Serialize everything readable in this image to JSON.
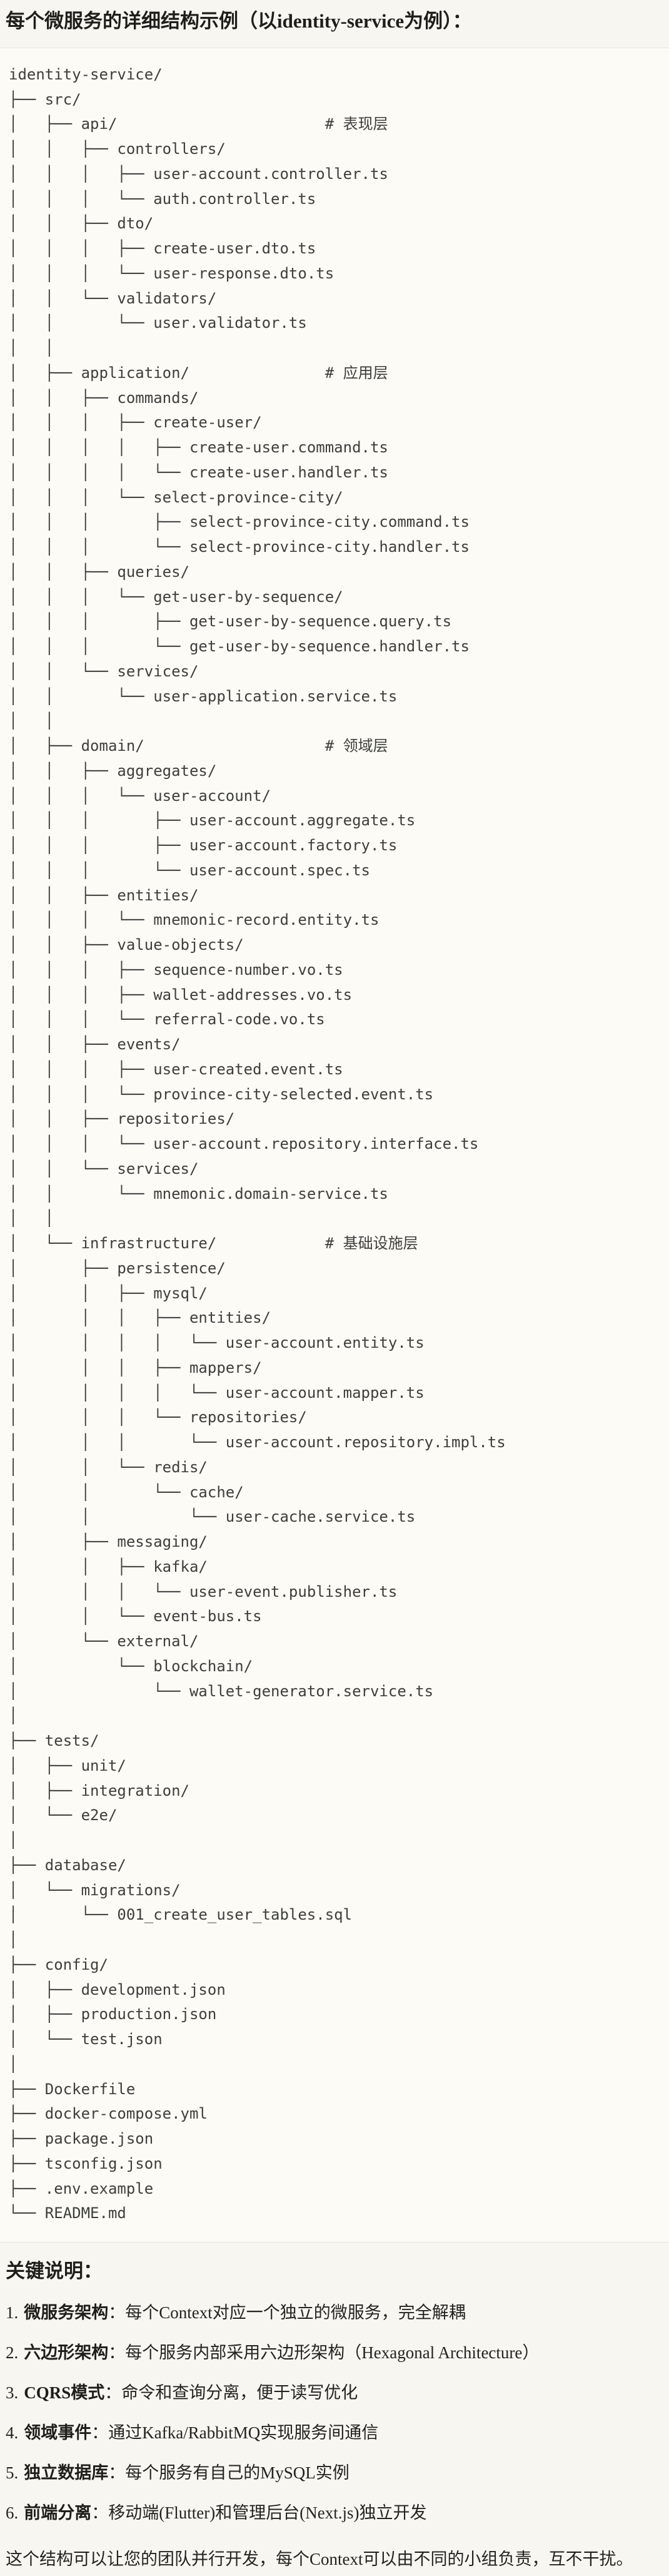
{
  "title": "每个微服务的详细结构示例（以identity-service为例）：",
  "tree": {
    "lines": [
      "identity-service/",
      "├── src/",
      "│   ├── api/                       # 表现层",
      "│   │   ├── controllers/",
      "│   │   │   ├── user-account.controller.ts",
      "│   │   │   └── auth.controller.ts",
      "│   │   ├── dto/",
      "│   │   │   ├── create-user.dto.ts",
      "│   │   │   └── user-response.dto.ts",
      "│   │   └── validators/",
      "│   │       └── user.validator.ts",
      "│   │",
      "│   ├── application/               # 应用层",
      "│   │   ├── commands/",
      "│   │   │   ├── create-user/",
      "│   │   │   │   ├── create-user.command.ts",
      "│   │   │   │   └── create-user.handler.ts",
      "│   │   │   └── select-province-city/",
      "│   │   │       ├── select-province-city.command.ts",
      "│   │   │       └── select-province-city.handler.ts",
      "│   │   ├── queries/",
      "│   │   │   └── get-user-by-sequence/",
      "│   │   │       ├── get-user-by-sequence.query.ts",
      "│   │   │       └── get-user-by-sequence.handler.ts",
      "│   │   └── services/",
      "│   │       └── user-application.service.ts",
      "│   │",
      "│   ├── domain/                    # 领域层",
      "│   │   ├── aggregates/",
      "│   │   │   └── user-account/",
      "│   │   │       ├── user-account.aggregate.ts",
      "│   │   │       ├── user-account.factory.ts",
      "│   │   │       └── user-account.spec.ts",
      "│   │   ├── entities/",
      "│   │   │   └── mnemonic-record.entity.ts",
      "│   │   ├── value-objects/",
      "│   │   │   ├── sequence-number.vo.ts",
      "│   │   │   ├── wallet-addresses.vo.ts",
      "│   │   │   └── referral-code.vo.ts",
      "│   │   ├── events/",
      "│   │   │   ├── user-created.event.ts",
      "│   │   │   └── province-city-selected.event.ts",
      "│   │   ├── repositories/",
      "│   │   │   └── user-account.repository.interface.ts",
      "│   │   └── services/",
      "│   │       └── mnemonic.domain-service.ts",
      "│   │",
      "│   └── infrastructure/            # 基础设施层",
      "│       ├── persistence/",
      "│       │   ├── mysql/",
      "│       │   │   ├── entities/",
      "│       │   │   │   └── user-account.entity.ts",
      "│       │   │   ├── mappers/",
      "│       │   │   │   └── user-account.mapper.ts",
      "│       │   │   └── repositories/",
      "│       │   │       └── user-account.repository.impl.ts",
      "│       │   └── redis/",
      "│       │       └── cache/",
      "│       │           └── user-cache.service.ts",
      "│       ├── messaging/",
      "│       │   ├── kafka/",
      "│       │   │   └── user-event.publisher.ts",
      "│       │   └── event-bus.ts",
      "│       └── external/",
      "│           └── blockchain/",
      "│               └── wallet-generator.service.ts",
      "│",
      "├── tests/",
      "│   ├── unit/",
      "│   ├── integration/",
      "│   └── e2e/",
      "│",
      "├── database/",
      "│   └── migrations/",
      "│       └── 001_create_user_tables.sql",
      "│",
      "├── config/",
      "│   ├── development.json",
      "│   ├── production.json",
      "│   └── test.json",
      "│",
      "├── Dockerfile",
      "├── docker-compose.yml",
      "├── package.json",
      "├── tsconfig.json",
      "├── .env.example",
      "└── README.md"
    ]
  },
  "notes": {
    "heading": "关键说明：",
    "items": [
      {
        "num": "1.",
        "label": "微服务架构",
        "sep": "：",
        "text": "每个Context对应一个独立的微服务，完全解耦"
      },
      {
        "num": "2.",
        "label": "六边形架构",
        "sep": "：",
        "text": "每个服务内部采用六边形架构（Hexagonal Architecture）"
      },
      {
        "num": "3.",
        "label": "CQRS模式",
        "sep": "：",
        "text": "命令和查询分离，便于读写优化"
      },
      {
        "num": "4.",
        "label": "领域事件",
        "sep": "：",
        "text": "通过Kafka/RabbitMQ实现服务间通信"
      },
      {
        "num": "5.",
        "label": "独立数据库",
        "sep": "：",
        "text": "每个服务有自己的MySQL实例"
      },
      {
        "num": "6.",
        "label": "前端分离",
        "sep": "：",
        "text": "移动端(Flutter)和管理后台(Next.js)独立开发"
      }
    ],
    "footer": "这个结构可以让您的团队并行开发，每个Context可以由不同的小组负责，互不干扰。"
  },
  "colors": {
    "page_bg": "#F8F6F1",
    "code_bg": "#FCFBF6",
    "code_border": "#E6E3DB",
    "code_text": "#3E3E3B",
    "body_text": "#232320"
  }
}
